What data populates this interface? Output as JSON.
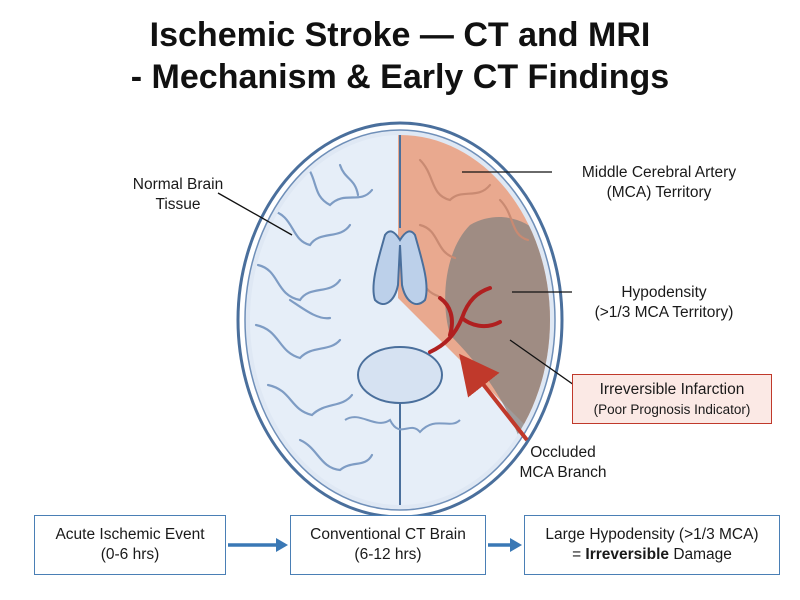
{
  "title": {
    "line1": "Ischemic Stroke — CT and MRI",
    "line2": "- Mechanism & Early CT Findings"
  },
  "labels": {
    "normal_line1": "Normal Brain",
    "normal_line2": "Tissue",
    "mca_line1": "Middle Cerebral Artery",
    "mca_line2": "(MCA) Territory",
    "hypo_line1": "Hypodensity",
    "hypo_line2": "(>1/3 MCA Territory)",
    "infarct_line1": "Irreversible Infarction",
    "infarct_line2": "(Poor Prognosis Indicator)",
    "occluded_line1": "Occluded",
    "occluded_line2": "MCA Branch"
  },
  "flow": {
    "step1_line1": "Acute Ischemic Event",
    "step1_line2": "(0-6 hrs)",
    "step2_line1": "Conventional CT Brain",
    "step2_line2": "(6-12 hrs)",
    "step3_line1": "Large Hypodensity (>1/3 MCA)",
    "step3_prefix": "= ",
    "step3_bold": "Irreversible",
    "step3_suffix": " Damage"
  },
  "colors": {
    "brain_normal": "#e6eef8",
    "brain_outline": "#4a6f9c",
    "mca_territory": "#e9a98f",
    "hypodensity": "#8a8480",
    "artery": "#b02020",
    "arrow_red": "#c0392b",
    "flow_border": "#4a7fb5",
    "flow_arrow": "#3a78b5"
  }
}
